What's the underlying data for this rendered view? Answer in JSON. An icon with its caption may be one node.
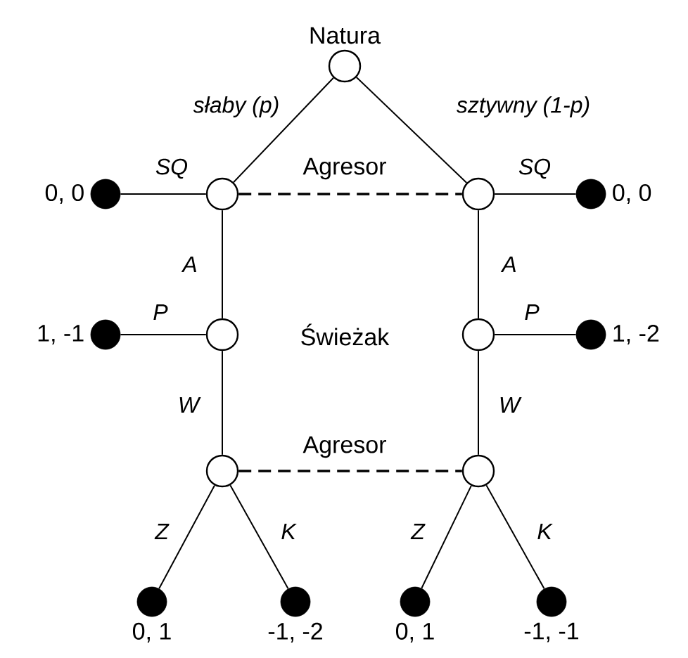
{
  "diagram": {
    "nodes": [
      {
        "text": [
          "Natura"
        ]
      },
      {
        "text": [],
        "shape": "dot",
        "beside": [
          "0, 0"
        ]
      },
      {
        "text": [],
        "shape": "circle"
      },
      {
        "text": [],
        "shape": "circle"
      },
      {
        "text": [],
        "shape": "dot",
        "beside": [
          "0, 0"
        ]
      },
      {
        "text": [],
        "shape": "dot",
        "beside": [
          "1, -1"
        ]
      },
      {
        "text": [],
        "shape": "circle"
      },
      {
        "text": [],
        "shape": "circle"
      },
      {
        "text": [],
        "shape": "dot",
        "beside": [
          "1, -2"
        ]
      },
      {
        "text": [],
        "shape": "circle"
      },
      {
        "text": [],
        "shape": "circle"
      },
      {
        "text": [],
        "shape": "dot",
        "beside": [
          "0, 1"
        ]
      },
      {
        "text": [],
        "shape": "dot",
        "beside": [
          "-1, -2"
        ]
      },
      {
        "text": [],
        "shape": "dot",
        "beside": [
          "0, 1"
        ]
      },
      {
        "text": [],
        "shape": "dot",
        "beside": [
          "-1, -1"
        ]
      }
    ],
    "edges": [
      {
        "from": 0,
        "to": 2,
        "arrow": "none",
        "label": "słaby (p)"
      },
      {
        "from": 0,
        "to": 3,
        "arrow": "none",
        "label": "sztywny (1-p)"
      },
      {
        "from": 2,
        "to": 1,
        "arrow": "none",
        "label": "SQ"
      },
      {
        "from": 3,
        "to": 4,
        "arrow": "none",
        "label": "SQ"
      },
      {
        "from": 2,
        "to": 6,
        "arrow": "none",
        "label": "A"
      },
      {
        "from": 3,
        "to": 7,
        "arrow": "none",
        "label": "A"
      },
      {
        "from": 6,
        "to": 5,
        "arrow": "none",
        "label": "P"
      },
      {
        "from": 7,
        "to": 8,
        "arrow": "none",
        "label": "P"
      },
      {
        "from": 6,
        "to": 9,
        "arrow": "none",
        "label": "W"
      },
      {
        "from": 7,
        "to": 10,
        "arrow": "none",
        "label": "W"
      },
      {
        "from": 9,
        "to": 11,
        "arrow": "none",
        "label": "Z"
      },
      {
        "from": 9,
        "to": 12,
        "arrow": "none",
        "label": "K"
      },
      {
        "from": 10,
        "to": 13,
        "arrow": "none",
        "label": "Z"
      },
      {
        "from": 10,
        "to": 14,
        "arrow": "none",
        "label": "K"
      },
      {
        "from": 2,
        "to": 3,
        "arrow": "none",
        "style": "dashed"
      },
      {
        "from": 9,
        "to": 10,
        "arrow": "none",
        "style": "dashed"
      }
    ],
    "labels": [
      "Agresor",
      "Świeżak",
      "Agresor"
    ]
  }
}
